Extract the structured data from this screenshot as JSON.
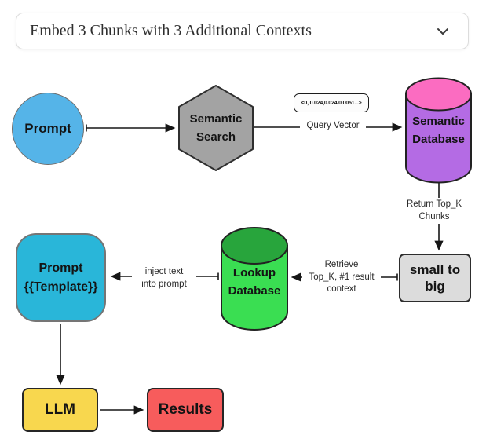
{
  "dropdown": {
    "selected": "Embed 3 Chunks with 3 Additional Contexts",
    "chevron_icon": "chevron-down"
  },
  "diagram": {
    "arrow_color": "#161616",
    "nodes": {
      "prompt": {
        "label": "Prompt",
        "shape": "circle",
        "fill": "#55b4e8"
      },
      "semantic_search": {
        "label": "Semantic\nSearch",
        "shape": "hexagon",
        "fill": "#a3a3a3"
      },
      "query_vector_chip": {
        "label": "<0, 0.024,0.024,0.0051...>",
        "shape": "pill",
        "fill": "#ffffff"
      },
      "semantic_database": {
        "label": "Semantic\nDatabase",
        "shape": "cylinder",
        "fill": "#b46be4",
        "top_fill": "#fb6cc1"
      },
      "small_to_big": {
        "label": "small to\nbig",
        "shape": "rect",
        "fill": "#dcdcdc"
      },
      "lookup_database": {
        "label": "Lookup\nDatabase",
        "shape": "cylinder",
        "fill": "#3ade52",
        "top_fill": "#28a53c"
      },
      "prompt_template": {
        "label": "Prompt\n{{Template}}",
        "shape": "rounded-rect",
        "fill": "#29b6d9"
      },
      "llm": {
        "label": "LLM",
        "shape": "rect",
        "fill": "#f8d74e"
      },
      "results": {
        "label": "Results",
        "shape": "rect",
        "fill": "#f75c5c"
      }
    },
    "edges": {
      "prompt_to_search": {
        "from": "prompt",
        "to": "semantic_search",
        "label": ""
      },
      "query_vector": {
        "from": "semantic_search",
        "to": "semantic_database",
        "label": "Query Vector"
      },
      "return_top_k": {
        "from": "semantic_database",
        "to": "small_to_big",
        "label": "Return Top_K\nChunks"
      },
      "retrieve_context": {
        "from": "small_to_big",
        "to": "lookup_database",
        "label": "Retrieve\nTop_K, #1 result\ncontext"
      },
      "inject_text": {
        "from": "lookup_database",
        "to": "prompt_template",
        "label": "inject text\ninto prompt"
      },
      "template_to_llm": {
        "from": "prompt_template",
        "to": "llm",
        "label": ""
      },
      "llm_to_results": {
        "from": "llm",
        "to": "results",
        "label": ""
      }
    }
  }
}
